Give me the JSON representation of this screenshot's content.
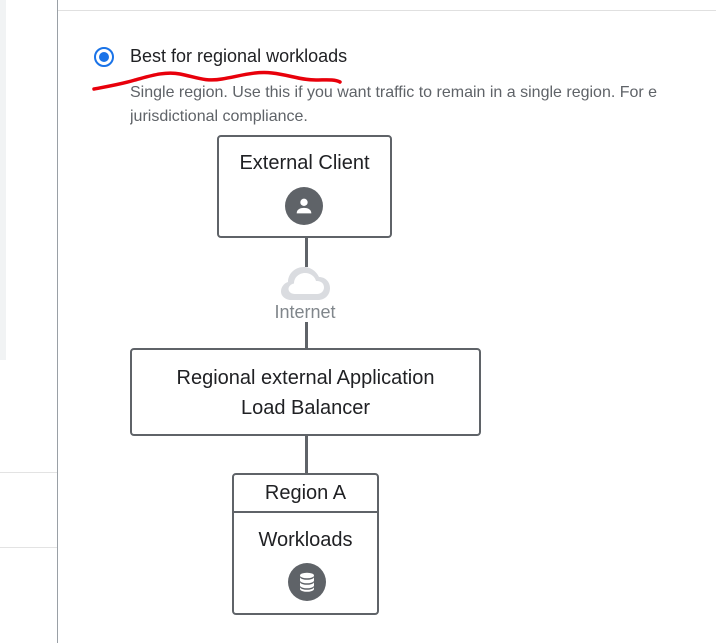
{
  "option": {
    "label": "Best for regional workloads",
    "selected": true,
    "description_line1": "Single region. Use this if you want traffic to remain in a single region. For e",
    "description_line2": "jurisdictional compliance."
  },
  "diagram": {
    "client": {
      "title": "External Client",
      "icon": "person-icon"
    },
    "network": {
      "label": "Internet",
      "icon": "cloud-icon"
    },
    "load_balancer": {
      "title_line1": "Regional external Application",
      "title_line2": "Load Balancer"
    },
    "region": {
      "header": "Region A",
      "title": "Workloads",
      "icon": "database-icon"
    }
  },
  "colors": {
    "accent": "#1a73e8",
    "annotation": "#e8000b",
    "border": "#5f6368",
    "muted_text": "#5f6368"
  }
}
